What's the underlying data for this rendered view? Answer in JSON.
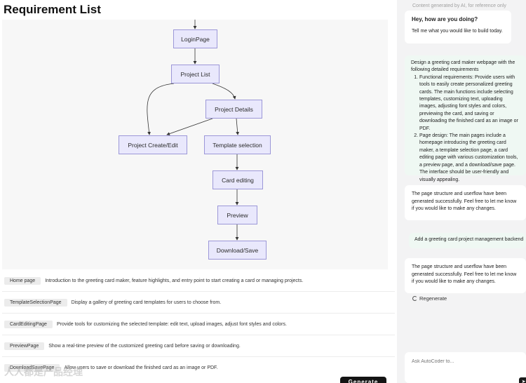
{
  "page": {
    "title": "Requirement List"
  },
  "flow": {
    "nodes": {
      "login": "LoginPage",
      "project_list": "Project List",
      "project_details": "Project Details",
      "project_create": "Project Create/Edit",
      "template_selection": "Template selection",
      "card_editing": "Card editing",
      "preview": "Preview",
      "download": "Download/Save"
    }
  },
  "pages": [
    {
      "name": "Home page",
      "desc": "Introduction to the greeting card maker, feature highlights, and entry point to start creating a card or managing projects."
    },
    {
      "name": "TemplateSelectionPage",
      "desc": "Display a gallery of greeting card templates for users to choose from."
    },
    {
      "name": "CardEditingPage",
      "desc": "Provide tools for customizing the selected template: edit text, upload images, adjust font styles and colors."
    },
    {
      "name": "PreviewPage",
      "desc": "Show a real-time preview of the customized greeting card before saving or downloading."
    },
    {
      "name": "DownloadSavePage",
      "desc": "Allow users to save or download the finished card as an image or PDF."
    }
  ],
  "actions": {
    "generate": "Generate"
  },
  "watermark": "人人都是产品经理",
  "chat": {
    "disclaimer": "Content generated by AI, for reference only",
    "greeting": {
      "title": "Hey, how are you doing?",
      "text": "Tell me what you would like to build today."
    },
    "user_msg1": {
      "intro": "Design a greeting card maker webpage with the following detailed requirements",
      "items": [
        "Functional requirements: Provide users with tools to easily create personalized greeting cards. The main functions include selecting templates, customizing text, uploading images, adjusting font styles and colors, previewing the card, and saving or downloading the finished card as an image or PDF.",
        "Page design: The main pages include a homepage introducing the greeting card maker, a template selection page, a card editing page with various customization tools, a preview page, and a download/save page. The interface should be user-friendly and visually appealing."
      ]
    },
    "bot_msg1": "The page structure and userflow have been generated successfully. Feel free to let me know if you would like to make any changes.",
    "user_msg2": "Add a greeting card project management backend",
    "bot_msg2": "The page structure and userflow have been generated successfully. Feel free to let me know if you would like to make any changes.",
    "regenerate": "Regenerate",
    "input_placeholder": "Ask AutoCoder to..."
  }
}
